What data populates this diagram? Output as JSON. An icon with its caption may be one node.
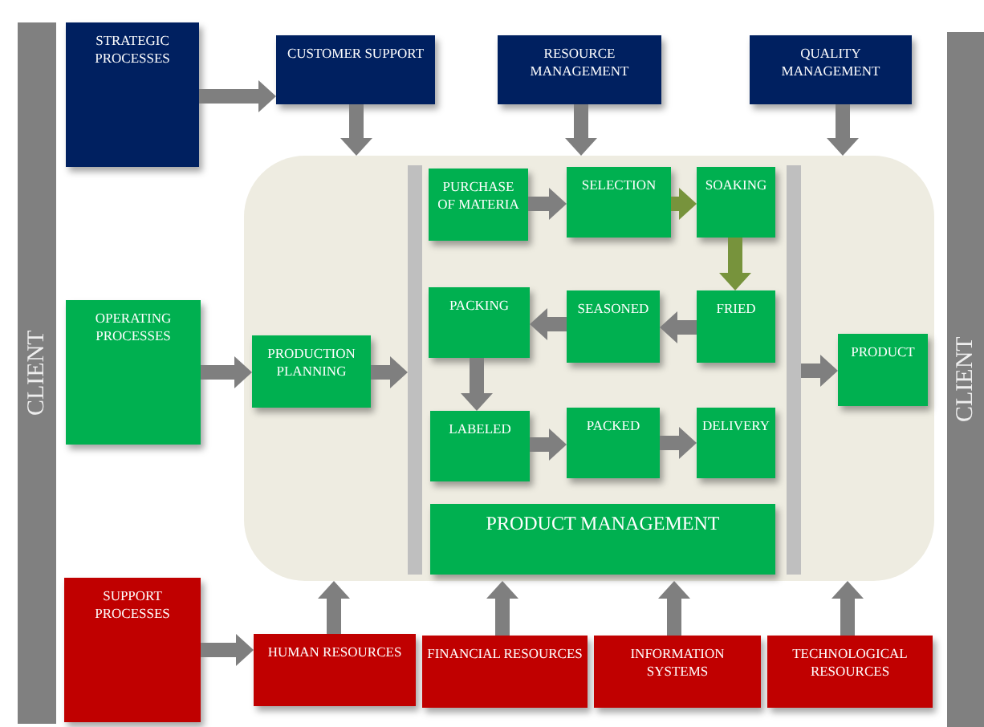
{
  "diagram": {
    "nodes": [
      {
        "text": [
          "CLIENT"
        ]
      },
      {
        "text": [
          "STRATEGIC PROCESSES"
        ]
      },
      {
        "text": [
          "CUSTOMER SUPPORT"
        ]
      },
      {
        "text": [
          "RESOURCE MANAGEMENT"
        ]
      },
      {
        "text": [
          "QUALITY MANAGEMENT"
        ]
      },
      {
        "text": [
          "CLIENT"
        ]
      },
      {
        "text": [
          "OPERATING PROCESSES"
        ]
      },
      {
        "text": [],
        "shape": "box"
      },
      {
        "text": [
          "PRODUCTION PLANNING"
        ],
        "in": 7
      },
      {
        "text": [],
        "shape": "bar",
        "in": 7
      },
      {
        "text": [
          "PURCHASE OF MATERIA"
        ],
        "in": 7
      },
      {
        "text": [
          "SELECTION"
        ],
        "in": 7
      },
      {
        "text": [
          "SOAKING"
        ],
        "in": 7
      },
      {
        "text": [],
        "shape": "bar",
        "in": 7
      },
      {
        "text": [
          "PRODUCT"
        ],
        "in": 7
      },
      {
        "text": [
          "PACKING"
        ],
        "in": 7
      },
      {
        "text": [
          "SEASONED"
        ],
        "in": 7
      },
      {
        "text": [
          "FRIED"
        ],
        "in": 7
      },
      {
        "text": [
          "LABELED"
        ],
        "in": 7
      },
      {
        "text": [
          "PACKED"
        ],
        "in": 7
      },
      {
        "text": [
          "DELIVERY"
        ],
        "in": 7
      },
      {
        "text": [
          "PRODUCT MANAGEMENT"
        ],
        "in": 7
      },
      {
        "text": [
          "SUPPORT PROCESSES"
        ]
      },
      {
        "text": [
          "HUMAN RESOURCES"
        ]
      },
      {
        "text": [
          "FINANCIAL RESOURCES"
        ]
      },
      {
        "text": [
          "INFORMATION SYSTEMS"
        ]
      },
      {
        "text": [
          "TECHNOLOGICAL RESOURCES"
        ]
      }
    ],
    "edges": [
      {
        "from": 1,
        "to": 2,
        "arrow": "to"
      },
      {
        "from": 2,
        "to": 7,
        "arrow": "to"
      },
      {
        "from": 3,
        "to": 7,
        "arrow": "to"
      },
      {
        "from": 4,
        "to": 7,
        "arrow": "to"
      },
      {
        "from": 6,
        "to": 8,
        "arrow": "to"
      },
      {
        "from": 8,
        "to": 9,
        "arrow": "to"
      },
      {
        "from": 13,
        "to": 14,
        "arrow": "to"
      },
      {
        "from": 10,
        "to": 11,
        "arrow": "to"
      },
      {
        "from": 11,
        "to": 12,
        "arrow": "to",
        "color": "#77933c"
      },
      {
        "from": 12,
        "to": 17,
        "arrow": "to",
        "color": "#77933c"
      },
      {
        "from": 17,
        "to": 16,
        "arrow": "to"
      },
      {
        "from": 16,
        "to": 15,
        "arrow": "to"
      },
      {
        "from": 15,
        "to": 18,
        "arrow": "to"
      },
      {
        "from": 18,
        "to": 19,
        "arrow": "to"
      },
      {
        "from": 19,
        "to": 20,
        "arrow": "to"
      },
      {
        "from": 22,
        "to": 23,
        "arrow": "to"
      },
      {
        "from": 23,
        "to": 7,
        "arrow": "to"
      },
      {
        "from": 24,
        "to": 7,
        "arrow": "to"
      },
      {
        "from": 25,
        "to": 7,
        "arrow": "to"
      },
      {
        "from": 26,
        "to": 7,
        "arrow": "to"
      }
    ]
  }
}
